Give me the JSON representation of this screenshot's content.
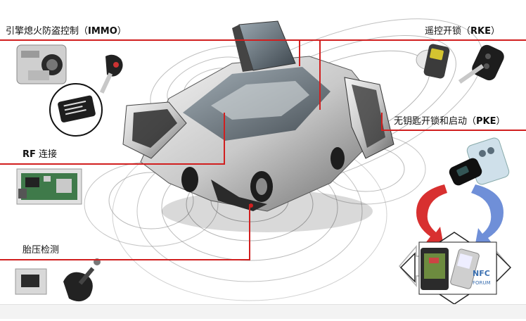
{
  "labels": {
    "immo": {
      "prefix": "引擎熄火防盗控制（",
      "code": "IMMO",
      "suffix": "）"
    },
    "rke": {
      "prefix": "遥控开锁（",
      "code": "RKE",
      "suffix": "）"
    },
    "pke": {
      "prefix": "无钥匙开锁和启动（",
      "code": "PKE",
      "suffix": "）"
    },
    "rf": {
      "code": "RF",
      "text": " 连接"
    },
    "tpms": {
      "text": "胎压检测"
    }
  },
  "colors": {
    "accent_line": "#d11f1f",
    "wave": "#8a8a8a",
    "arrow_red": "#d83030",
    "arrow_blue": "#6f8fd8"
  },
  "icons": [
    "car-icon",
    "ignition-key-icon",
    "transponder-chip-icon",
    "smart-key-icon",
    "flip-key-icon",
    "keycard-icon",
    "rf-module-icon",
    "tire-sensor-icon",
    "nfc-phone-icon",
    "pda-icon",
    "cycle-arrows-icon"
  ],
  "nfc_logo": {
    "line1": "NFC",
    "line2": "FORUM"
  }
}
